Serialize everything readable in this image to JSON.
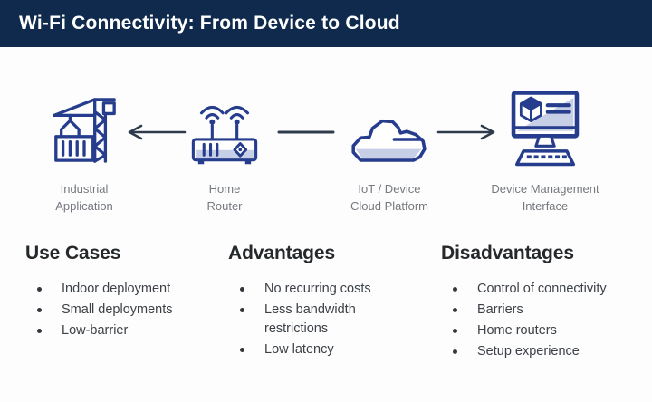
{
  "header": {
    "title": "Wi-Fi Connectivity: From Device to Cloud",
    "bg_color": "#0f2a4d",
    "text_color": "#ffffff"
  },
  "flow": {
    "nodes": [
      {
        "icon": "crane-icon",
        "label_line1": "Industrial",
        "label_line2": "Application"
      },
      {
        "icon": "router-icon",
        "label_line1": "Home",
        "label_line2": "Router"
      },
      {
        "icon": "cloud-icon",
        "label_line1": "IoT / Device",
        "label_line2": "Cloud Platform"
      },
      {
        "icon": "monitor-icon",
        "label_line1": "Device Management",
        "label_line2": "Interface"
      }
    ],
    "connectors": [
      {
        "type": "arrow-left"
      },
      {
        "type": "plain-line"
      },
      {
        "type": "arrow-right"
      }
    ]
  },
  "columns": [
    {
      "heading": "Use Cases",
      "items": [
        "Indoor deployment",
        "Small deployments",
        "Low-barrier"
      ]
    },
    {
      "heading": "Advantages",
      "items": [
        "No recurring costs",
        "Less bandwidth restrictions",
        "Low latency"
      ]
    },
    {
      "heading": "Disadvantages",
      "items": [
        "Control of connectivity",
        "Barriers",
        "Home routers",
        "Setup experience"
      ]
    }
  ],
  "colors": {
    "icon_stroke": "#263c8d",
    "icon_fill": "#c7cfe6",
    "arrow": "#2e3b4c",
    "node_label_text": "#75797f",
    "heading_text": "#26292b",
    "bullet_text": "#3c4147",
    "background": "#fdfdfd"
  }
}
